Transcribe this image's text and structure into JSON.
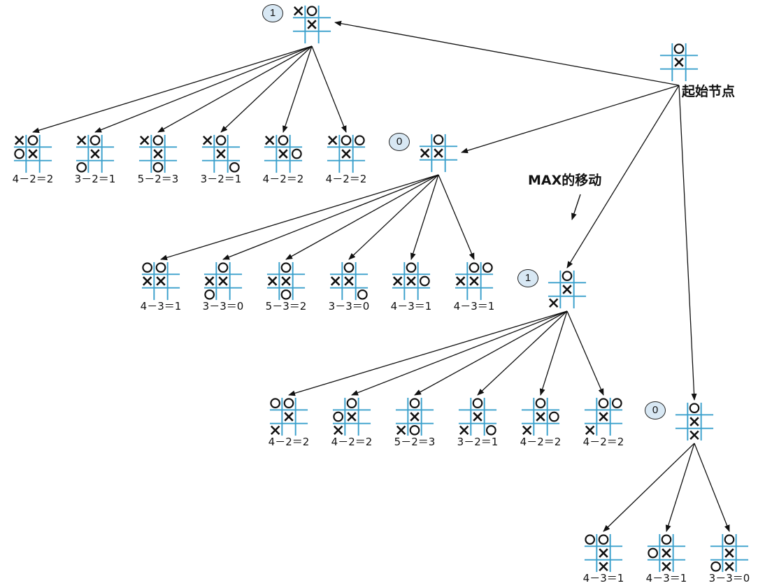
{
  "annotations": {
    "start_node": "起始节点",
    "max_move": "MAX的移动"
  },
  "colors": {
    "grid_line": "#3aa0cc",
    "mark": "#111111",
    "badge_fill": "#d8e8f4",
    "edge": "#111111"
  },
  "nodes": [
    {
      "id": "root",
      "board": [
        "",
        "O",
        "",
        "",
        "X",
        "",
        "",
        "",
        ""
      ]
    },
    {
      "id": "n1",
      "board": [
        "X",
        "O",
        "",
        "",
        "X",
        "",
        "",
        "",
        ""
      ],
      "badge": "1"
    },
    {
      "id": "n2",
      "board": [
        "",
        "O",
        "",
        "X",
        "X",
        "",
        "",
        "",
        ""
      ],
      "badge": "0"
    },
    {
      "id": "n3",
      "board": [
        "",
        "O",
        "",
        "",
        "X",
        "",
        "X",
        "",
        ""
      ],
      "badge": "1"
    },
    {
      "id": "n4",
      "board": [
        "",
        "O",
        "",
        "",
        "X",
        "",
        "",
        "X",
        ""
      ],
      "badge": "0"
    },
    {
      "id": "a1",
      "board": [
        "X",
        "O",
        "",
        "O",
        "X",
        "",
        "",
        "",
        ""
      ],
      "label": "4－2＝2"
    },
    {
      "id": "a2",
      "board": [
        "X",
        "O",
        "",
        "",
        "X",
        "",
        "O",
        "",
        ""
      ],
      "label": "3－2＝1"
    },
    {
      "id": "a3",
      "board": [
        "X",
        "O",
        "",
        "",
        "X",
        "",
        "",
        "O",
        ""
      ],
      "label": "5－2＝3"
    },
    {
      "id": "a4",
      "board": [
        "X",
        "O",
        "",
        "",
        "X",
        "",
        "",
        "",
        "O"
      ],
      "label": "3－2＝1"
    },
    {
      "id": "a5",
      "board": [
        "X",
        "O",
        "",
        "",
        "X",
        "O",
        "",
        "",
        ""
      ],
      "label": "4－2＝2"
    },
    {
      "id": "a6",
      "board": [
        "X",
        "O",
        "O",
        "",
        "X",
        "",
        "",
        "",
        ""
      ],
      "label": "4－2＝2"
    },
    {
      "id": "b1",
      "board": [
        "O",
        "O",
        "",
        "X",
        "X",
        "",
        "",
        "",
        ""
      ],
      "label": "4－3＝1"
    },
    {
      "id": "b2",
      "board": [
        "",
        "O",
        "",
        "X",
        "X",
        "",
        "O",
        "",
        ""
      ],
      "label": "3－3＝0"
    },
    {
      "id": "b3",
      "board": [
        "",
        "O",
        "",
        "X",
        "X",
        "",
        "",
        "O",
        ""
      ],
      "label": "5－3＝2"
    },
    {
      "id": "b4",
      "board": [
        "",
        "O",
        "",
        "X",
        "X",
        "",
        "",
        "",
        "O"
      ],
      "label": "3－3＝0"
    },
    {
      "id": "b5",
      "board": [
        "",
        "O",
        "",
        "X",
        "X",
        "O",
        "",
        "",
        ""
      ],
      "label": "4－3＝1"
    },
    {
      "id": "b6",
      "board": [
        "",
        "O",
        "O",
        "X",
        "X",
        "",
        "",
        "",
        ""
      ],
      "label": "4－3＝1"
    },
    {
      "id": "c1",
      "board": [
        "O",
        "O",
        "",
        "",
        "X",
        "",
        "X",
        "",
        ""
      ],
      "label": "4－2＝2"
    },
    {
      "id": "c2",
      "board": [
        "",
        "O",
        "",
        "O",
        "X",
        "",
        "X",
        "",
        ""
      ],
      "label": "4－2＝2"
    },
    {
      "id": "c3",
      "board": [
        "",
        "O",
        "",
        "",
        "X",
        "",
        "X",
        "O",
        ""
      ],
      "label": "5－2＝3"
    },
    {
      "id": "c4",
      "board": [
        "",
        "O",
        "",
        "",
        "X",
        "",
        "X",
        "",
        "O"
      ],
      "label": "3－2＝1"
    },
    {
      "id": "c5",
      "board": [
        "",
        "O",
        "",
        "",
        "X",
        "O",
        "X",
        "",
        ""
      ],
      "label": "4－2＝2"
    },
    {
      "id": "c6",
      "board": [
        "",
        "O",
        "O",
        "",
        "X",
        "",
        "X",
        "",
        ""
      ],
      "label": "4－2＝2"
    },
    {
      "id": "d1",
      "board": [
        "O",
        "O",
        "",
        "",
        "X",
        "",
        "",
        "X",
        ""
      ],
      "label": "4－3＝1"
    },
    {
      "id": "d2",
      "board": [
        "",
        "O",
        "",
        "O",
        "X",
        "",
        "",
        "X",
        ""
      ],
      "label": "4－3＝1"
    },
    {
      "id": "d3",
      "board": [
        "",
        "O",
        "",
        "",
        "X",
        "",
        "O",
        "X",
        ""
      ],
      "label": "3－3＝0"
    }
  ],
  "edges": [
    [
      "root",
      "n1"
    ],
    [
      "root",
      "n2"
    ],
    [
      "root",
      "n3"
    ],
    [
      "root",
      "n4"
    ],
    [
      "n1",
      "a1"
    ],
    [
      "n1",
      "a2"
    ],
    [
      "n1",
      "a3"
    ],
    [
      "n1",
      "a4"
    ],
    [
      "n1",
      "a5"
    ],
    [
      "n1",
      "a6"
    ],
    [
      "n2",
      "b1"
    ],
    [
      "n2",
      "b2"
    ],
    [
      "n2",
      "b3"
    ],
    [
      "n2",
      "b4"
    ],
    [
      "n2",
      "b5"
    ],
    [
      "n2",
      "b6"
    ],
    [
      "n3",
      "c1"
    ],
    [
      "n3",
      "c2"
    ],
    [
      "n3",
      "c3"
    ],
    [
      "n3",
      "c4"
    ],
    [
      "n3",
      "c5"
    ],
    [
      "n3",
      "c6"
    ],
    [
      "n4",
      "d1"
    ],
    [
      "n4",
      "d2"
    ],
    [
      "n4",
      "d3"
    ]
  ]
}
